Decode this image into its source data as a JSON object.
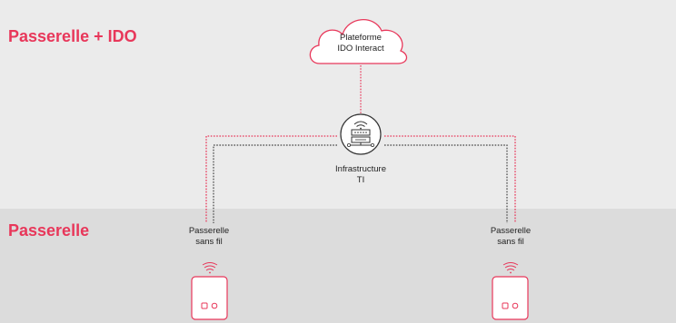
{
  "sections": {
    "upper_title": "Passerelle + IDO",
    "lower_title": "Passerelle"
  },
  "nodes": {
    "cloud": {
      "line1": "Plateforme",
      "line2": "IDO Interact"
    },
    "infrastructure": {
      "line1": "Infrastructure",
      "line2": "TI"
    },
    "gateway_left": {
      "line1": "Passerelle",
      "line2": "sans fil"
    },
    "gateway_right": {
      "line1": "Passerelle",
      "line2": "sans fil"
    }
  },
  "colors": {
    "accent": "#e8375a",
    "upper_background": "#ebebeb",
    "lower_background": "#dcdcdc",
    "dark_line": "#444444"
  }
}
